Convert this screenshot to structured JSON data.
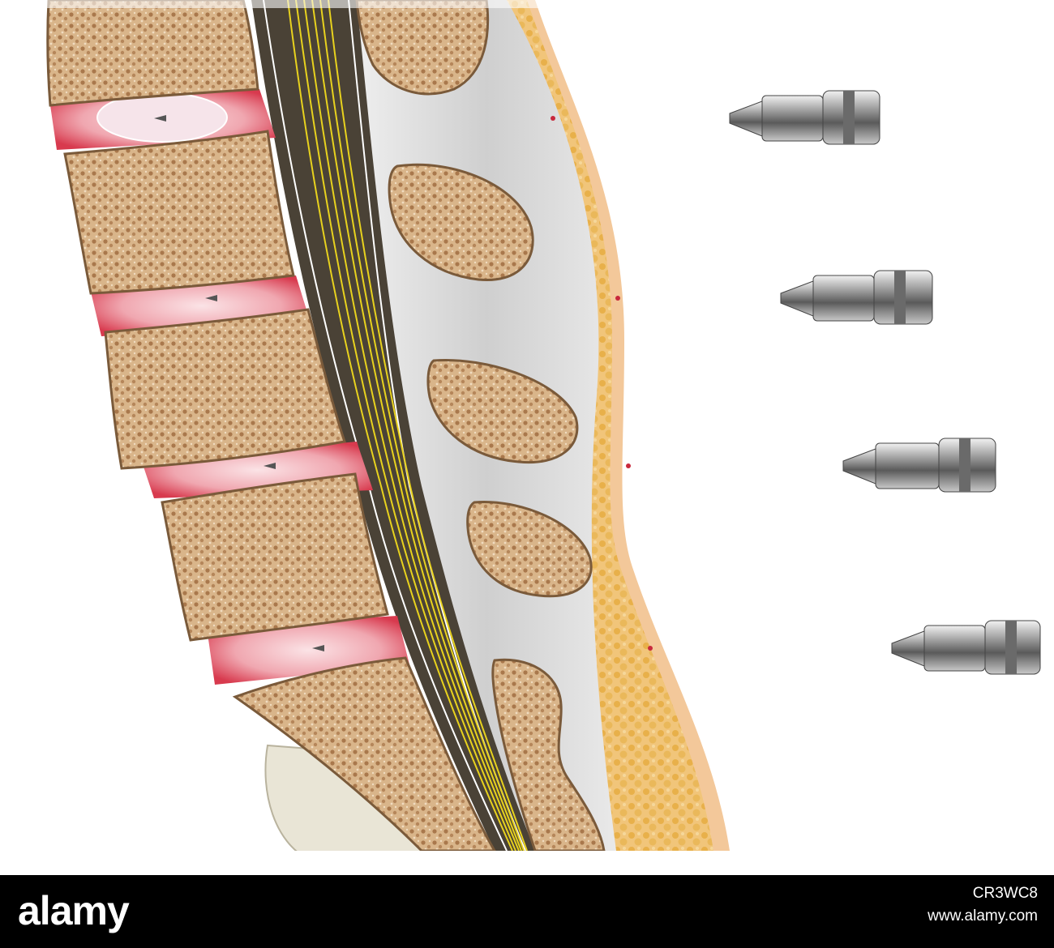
{
  "footer": {
    "brand": "alamy",
    "image_id": "CR3WC8",
    "url": "www.alamy.com"
  },
  "colors": {
    "bone_fill": "#d9b58a",
    "bone_edge": "#7a5a3a",
    "disc_red": "#e0485a",
    "disc_pink": "#f4c6cc",
    "nerve_yellow": "#e8d21e",
    "canal_dark": "#4a4236",
    "fat_yellow": "#eab85a",
    "skin_tan": "#f3c89a",
    "ligament_grey": "#d8d8d8",
    "needle_metal": "#8a8a8a",
    "footer_bg": "#000000",
    "footer_text": "#ffffff"
  },
  "needles": [
    {
      "name": "needle-1"
    },
    {
      "name": "needle-2"
    },
    {
      "name": "needle-3"
    },
    {
      "name": "needle-4"
    }
  ]
}
